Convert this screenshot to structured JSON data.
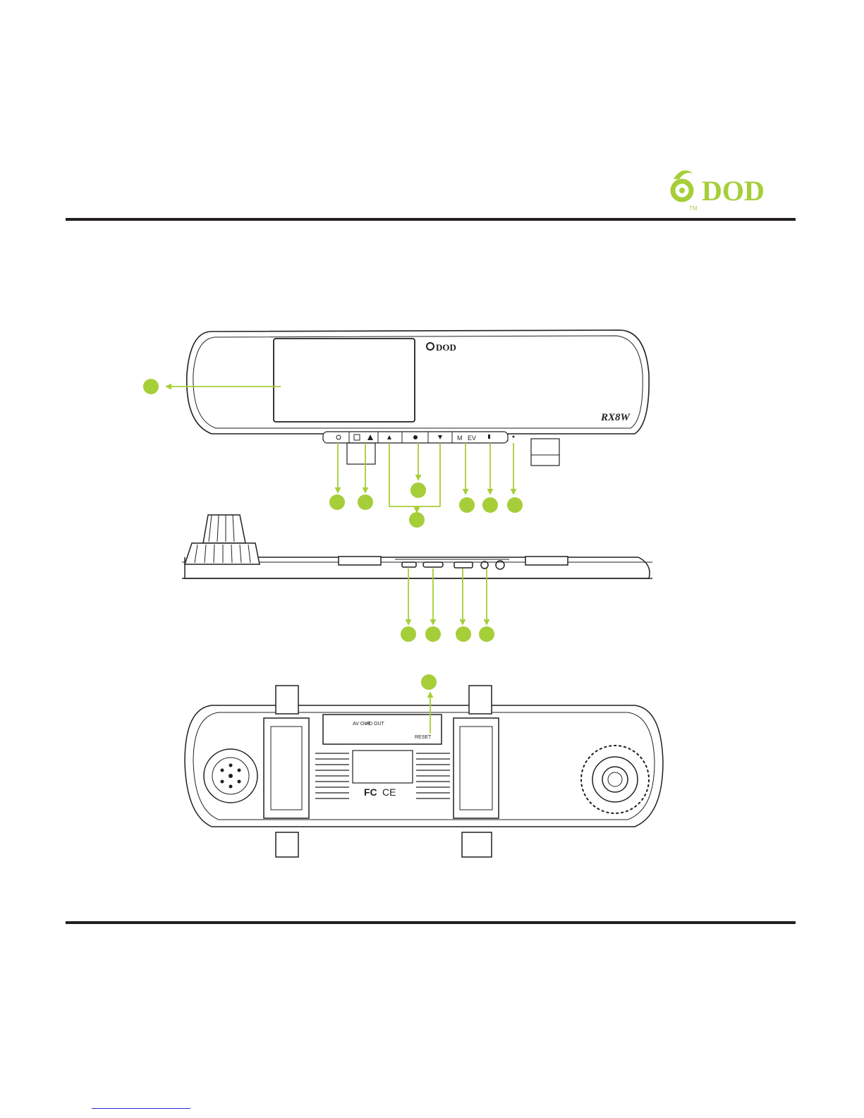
{
  "brand": {
    "name": "DOD",
    "trademark": "TM",
    "color": "#a6ce39"
  },
  "device": {
    "model": "RX8W",
    "front_logo": "DOD",
    "back_labels": {
      "av_out": "AV OUT",
      "hd_out": "HD OUT",
      "reset": "RESET"
    },
    "cert_marks": [
      "FC",
      "CE"
    ],
    "buttons": [
      {
        "icon": "power-icon"
      },
      {
        "icon": "menu-icon"
      },
      {
        "icon": "emergency-lock-icon"
      },
      {
        "icon": "up-arrow-icon"
      },
      {
        "icon": "record-icon"
      },
      {
        "icon": "down-arrow-icon"
      },
      {
        "label": "M"
      },
      {
        "label": "EV"
      },
      {
        "icon": "mic-icon"
      }
    ]
  },
  "accent_color": "#a6ce39",
  "line_color": "#231f20"
}
